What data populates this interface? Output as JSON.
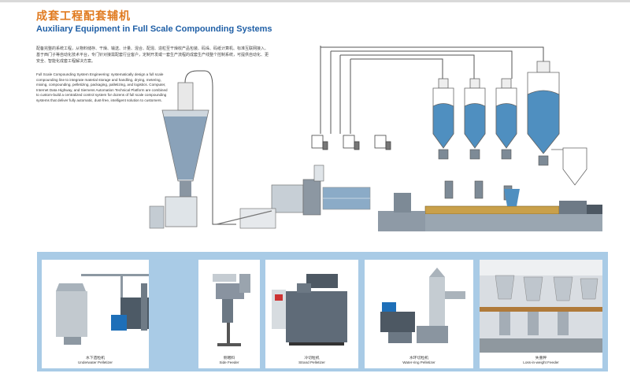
{
  "title_cn": "成套工程配套辅机",
  "title_en": "Auxiliary Equipment in Full Scale Compounding Systems",
  "intro_cn": "配备完整的系统工程，从物料储存、干燥、输送、计量、混合、配混、造粒至干燥收产品包装、码垛、码纸计算机、标准互联网接入、基于西门子等自动化技术平台，专门针对接需配套行业客户，定制开发或一套生产流程的成套生产线整个控制系统，可提供自动化、更安全、智能化成套工程解决方案。",
  "intro_en": "Full Scale Compounding System Engineering: systematically design a full scale compounding line to integrate material storage and handling, drying, metering, mixing, compounding, pelletizing, packaging, palletizing, and logistics. Computer, Internet Data Highway, and Siemens Automation Technical Platform are combined to custom-build a centralized control system for dozens of full scale compounding systems that deliver fully automatic, dust-free, intelligent solution to customers.",
  "intro_en_bold": "automatic, dust-free, intelligent solution to customers.",
  "cards": [
    {
      "caption_cn": "水下造粒机",
      "caption_en": "Underwater Pelletizer"
    },
    {
      "caption_cn": "侧喂料",
      "caption_en": "Side Feeder"
    },
    {
      "caption_cn": "冷切粒机",
      "caption_en": "Strand Pelletizer"
    },
    {
      "caption_cn": "水环切粒机",
      "caption_en": "Water-ring Pelletizer"
    },
    {
      "caption_cn": "失重秤",
      "caption_en": "Loss-in-weight Feeder"
    }
  ],
  "colors": {
    "title_cn": "#e07a1f",
    "title_en": "#1f5fa6",
    "panel": "#a9cbe6",
    "hopper_fill": "#4f8fc0",
    "machine": "#7d8a96"
  }
}
